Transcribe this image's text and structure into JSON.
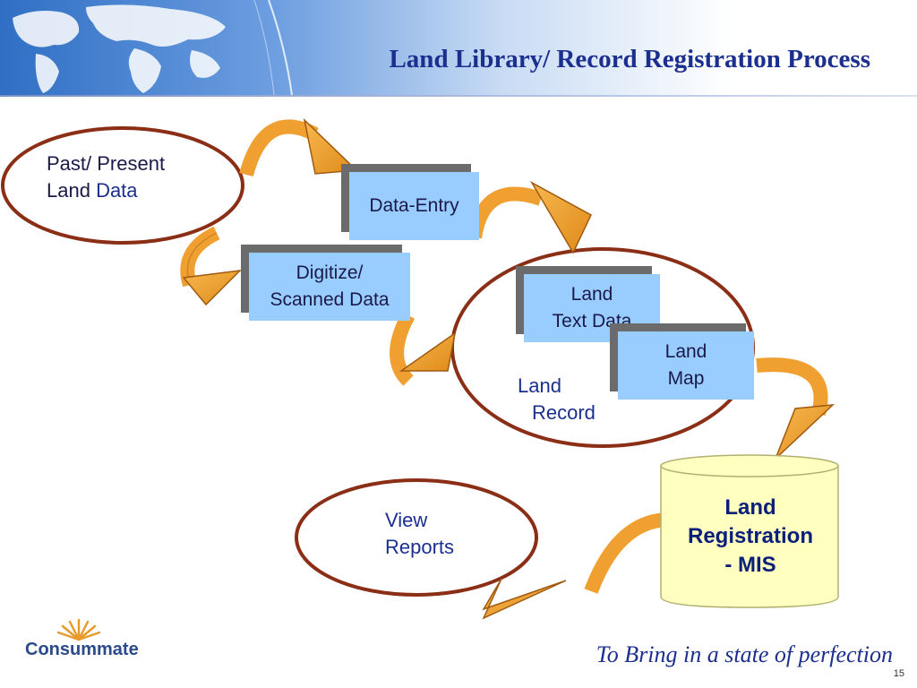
{
  "slide": {
    "title": "Land Library/ Record Registration Process",
    "tagline": "To Bring in a state of perfection",
    "page_number": "15"
  },
  "logo": {
    "text": "Consummate",
    "icon": "sunburst-icon"
  },
  "ovals": {
    "source": {
      "line1": "Past/ Present",
      "line2_a": "Land ",
      "line2_b": "Data"
    },
    "land_record": {
      "line1": "Land",
      "line2": "Record"
    },
    "view_reports": {
      "line1": "View",
      "line2": "Reports"
    }
  },
  "boxes": {
    "data_entry": "Data-Entry",
    "digitize_line1": "Digitize/",
    "digitize_line2": "Scanned Data",
    "text_line1": "Land",
    "text_line2": "Text Data",
    "map_line1": "Land",
    "map_line2": "Map"
  },
  "database": {
    "line1": "Land",
    "line2": "Registration",
    "line3": "- MIS"
  },
  "colors": {
    "oval_stroke": "#8b2e16",
    "box_fill": "#99ccff",
    "box_shadow": "#6b6b6b",
    "arrow_fill": "#f0a030",
    "arrow_stroke": "#a05a10",
    "database_fill": "#ffffc0",
    "title_color": "#1b2f8f"
  }
}
